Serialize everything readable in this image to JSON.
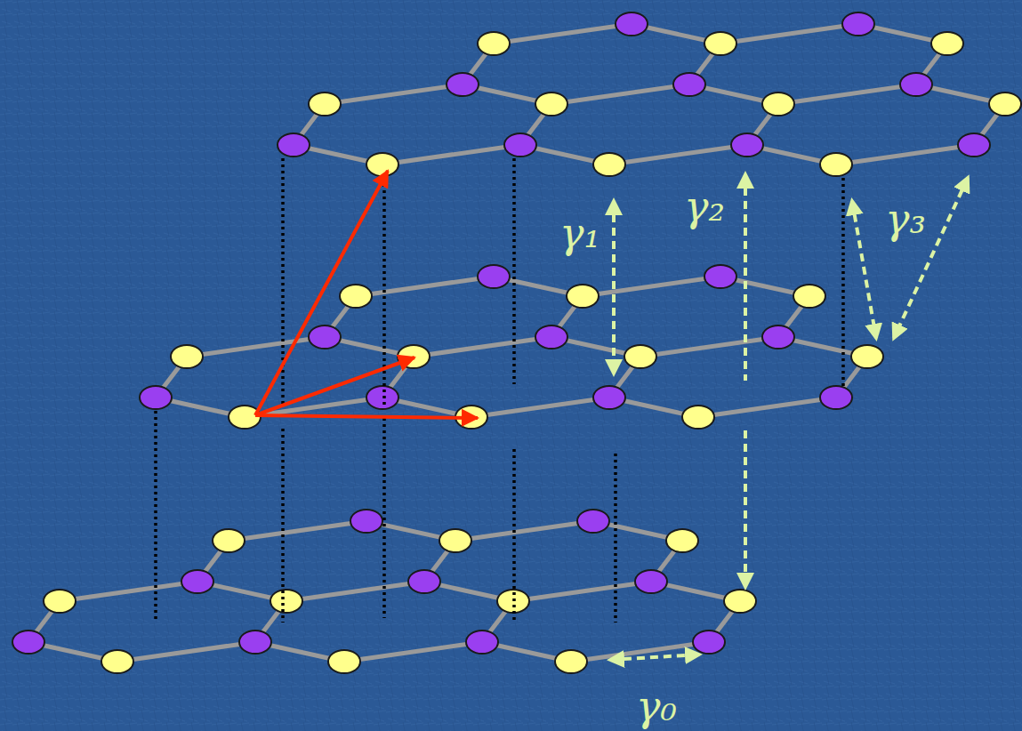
{
  "diagram": {
    "labels": [
      "γ₁",
      "γ₂",
      "γ₃",
      "γ₀"
    ]
  }
}
